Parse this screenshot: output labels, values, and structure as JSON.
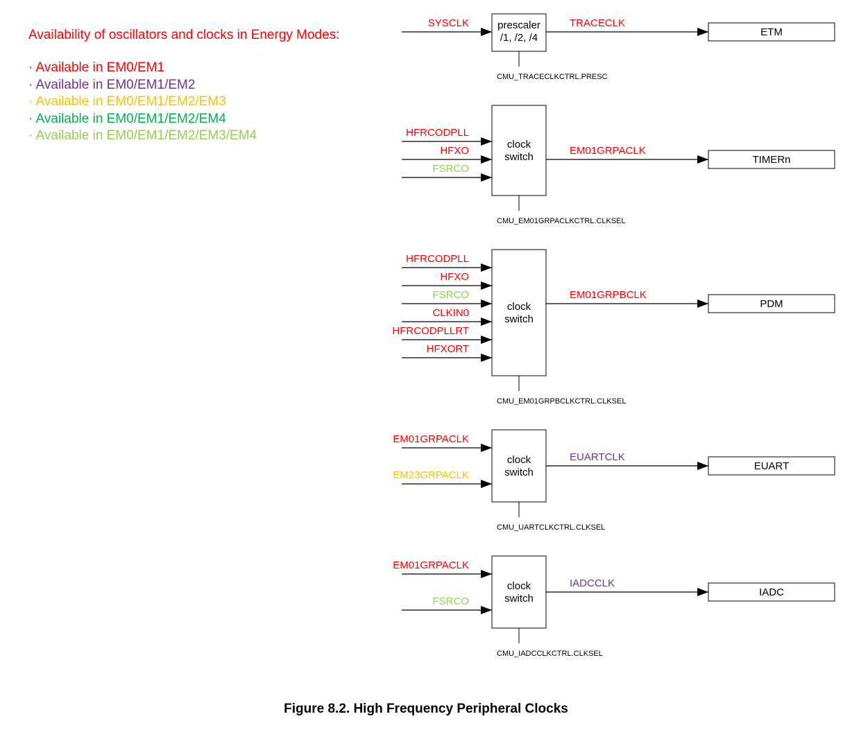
{
  "legend": {
    "title": "Availability of oscillators and clocks in Energy Modes:",
    "items": [
      {
        "text": "· Available in EM0/EM1",
        "color": "#ff0000"
      },
      {
        "text": "· Available in EM0/EM1/EM2",
        "color": "#7030a0"
      },
      {
        "text": "· Available in EM0/EM1/EM2/EM3",
        "color": "#ffc000"
      },
      {
        "text": "· Available in EM0/EM1/EM2/EM4",
        "color": "#00b050"
      },
      {
        "text": "· Available in EM0/EM1/EM2/EM3/EM4",
        "color": "#92d050"
      }
    ]
  },
  "blocks": [
    {
      "box_lines": [
        "prescaler",
        "/1, /2, /4"
      ],
      "inputs": [
        {
          "label": "SYSCLK",
          "color": "#ff0000"
        }
      ],
      "output": {
        "label": "TRACECLK",
        "color": "#ff0000"
      },
      "target": "ETM",
      "register": "CMU_TRACECLKCTRL.PRESC"
    },
    {
      "box_lines": [
        "clock",
        "switch"
      ],
      "inputs": [
        {
          "label": "HFRCODPLL",
          "color": "#ff0000"
        },
        {
          "label": "HFXO",
          "color": "#ff0000"
        },
        {
          "label": "FSRCO",
          "color": "#92d050"
        }
      ],
      "output": {
        "label": "EM01GRPACLK",
        "color": "#ff0000"
      },
      "target": "TIMERn",
      "register": "CMU_EM01GRPACLKCTRL.CLKSEL"
    },
    {
      "box_lines": [
        "clock",
        "switch"
      ],
      "inputs": [
        {
          "label": "HFRCODPLL",
          "color": "#ff0000"
        },
        {
          "label": "HFXO",
          "color": "#ff0000"
        },
        {
          "label": "FSRCO",
          "color": "#92d050"
        },
        {
          "label": "CLKIN0",
          "color": "#ff0000"
        },
        {
          "label": "HFRCODPLLRT",
          "color": "#ff0000"
        },
        {
          "label": "HFXORT",
          "color": "#ff0000"
        }
      ],
      "output": {
        "label": "EM01GRPBCLK",
        "color": "#ff0000"
      },
      "target": "PDM",
      "register": "CMU_EM01GRPBCLKCTRL.CLKSEL"
    },
    {
      "box_lines": [
        "clock",
        "switch"
      ],
      "inputs": [
        {
          "label": "EM01GRPACLK",
          "color": "#ff0000"
        },
        {
          "label": "EM23GRPACLK",
          "color": "#ffc000"
        }
      ],
      "output": {
        "label": "EUARTCLK",
        "color": "#7030a0"
      },
      "target": "EUART",
      "register": "CMU_UARTCLKCTRL.CLKSEL"
    },
    {
      "box_lines": [
        "clock",
        "switch"
      ],
      "inputs": [
        {
          "label": "EM01GRPACLK",
          "color": "#ff0000"
        },
        {
          "label": "FSRCO",
          "color": "#92d050"
        }
      ],
      "output": {
        "label": "IADCCLK",
        "color": "#7030a0"
      },
      "target": "IADC",
      "register": "CMU_IADCCLKCTRL.CLKSEL"
    }
  ],
  "caption": "Figure 8.2.  High Frequency Peripheral Clocks"
}
